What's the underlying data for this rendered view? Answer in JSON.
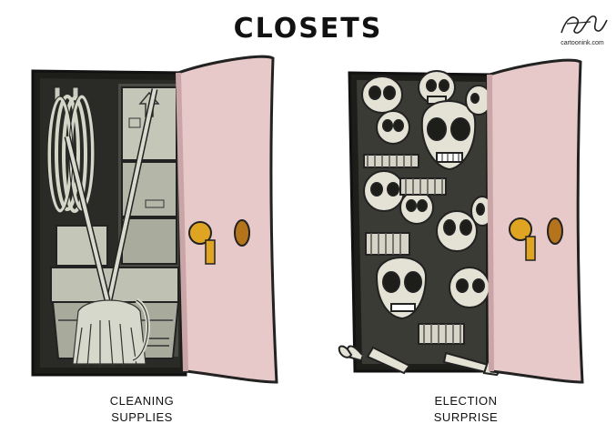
{
  "cartoon": {
    "title": "CLOSETS",
    "signature": {
      "credit": "cartoonink.com"
    }
  },
  "panels": [
    {
      "id": "cleaning",
      "caption_line1": "CLEANING",
      "caption_line2": "SUPPLIES",
      "contents": [
        "mop",
        "hose",
        "boxes",
        "bucket"
      ]
    },
    {
      "id": "election",
      "caption_line1": "ELECTION",
      "caption_line2": "SURPRISE",
      "contents": [
        "skeletons"
      ]
    }
  ],
  "colors": {
    "door": "#e8c9c9",
    "door_shade": "#c9a5a7",
    "knob": "#e0a423",
    "closet_dark": "#2a2a26",
    "closet_grey": "#b9bcae",
    "skeleton": "#e4e2d5"
  }
}
